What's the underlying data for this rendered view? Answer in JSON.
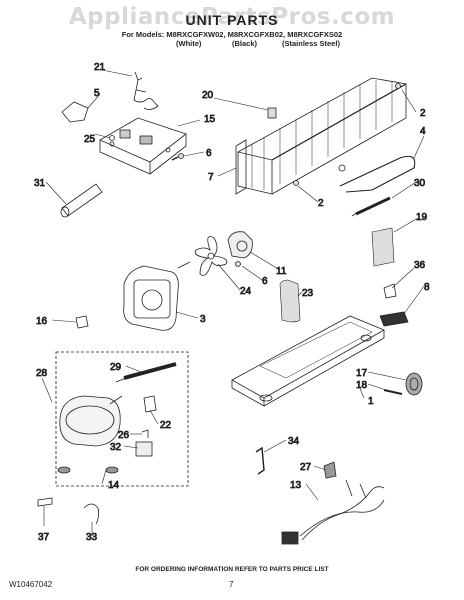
{
  "watermark": "AppliancePartsPros.com",
  "title": "UNIT PARTS",
  "models_line": "For Models: M8RXCGFXW02, M8RXCGFXB02, M8RXCGFXS02",
  "variants": [
    "(White)",
    "(Black)",
    "(Stainless Steel)"
  ],
  "callouts": [
    "21",
    "5",
    "25",
    "15",
    "6",
    "20",
    "2",
    "4",
    "7",
    "2",
    "30",
    "31",
    "19",
    "11",
    "6",
    "24",
    "23",
    "3",
    "36",
    "8",
    "16",
    "29",
    "17",
    "18",
    "1",
    "28",
    "22",
    "26",
    "32",
    "34",
    "27",
    "14",
    "13",
    "37",
    "33"
  ],
  "footer_note": "FOR ORDERING INFORMATION REFER TO PARTS PRICE LIST",
  "doc_number": "W10467042",
  "page_number": "7"
}
